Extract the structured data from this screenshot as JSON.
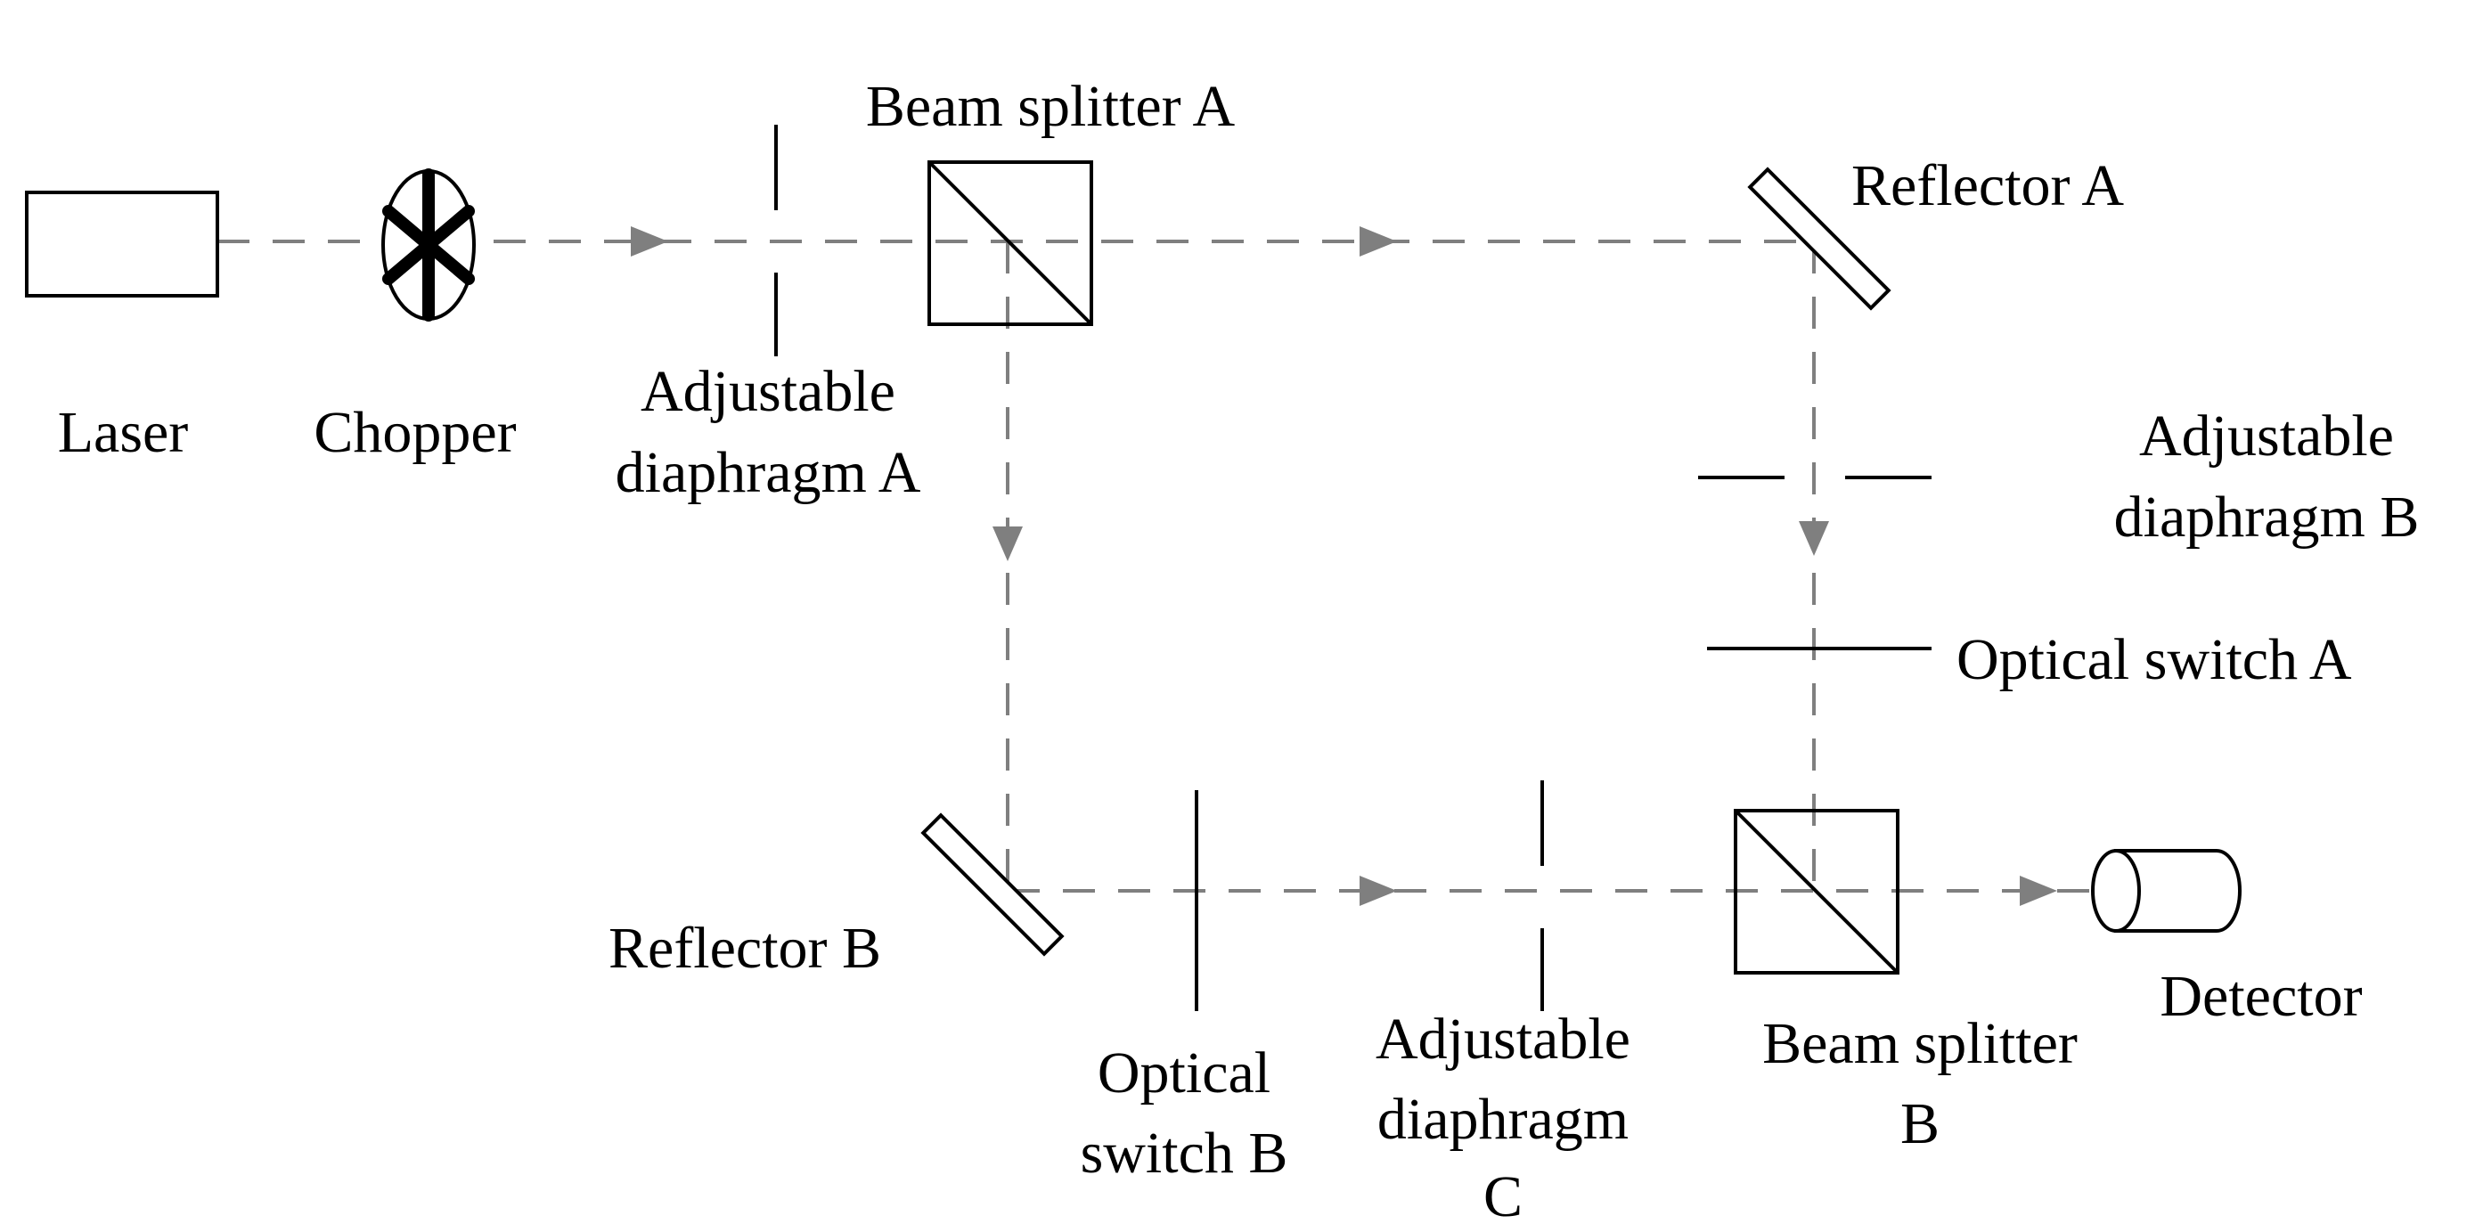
{
  "labels": {
    "laser": "Laser",
    "chopper": "Chopper",
    "beam_splitter_a": "Beam splitter A",
    "adjustable_diaphragm_a": [
      "Adjustable",
      "diaphragm A"
    ],
    "reflector_a": "Reflector A",
    "adjustable_diaphragm_b": [
      "Adjustable",
      "diaphragm B"
    ],
    "optical_switch_a": "Optical switch A",
    "reflector_b": "Reflector B",
    "optical_switch_b": [
      "Optical",
      "switch B"
    ],
    "adjustable_diaphragm_c": [
      "Adjustable",
      "diaphragm",
      "C"
    ],
    "beam_splitter_b": [
      "Beam splitter",
      "B"
    ],
    "detector": "Detector"
  },
  "colors": {
    "beam": "#7f7f7f",
    "component": "#000000",
    "background": "#ffffff"
  }
}
